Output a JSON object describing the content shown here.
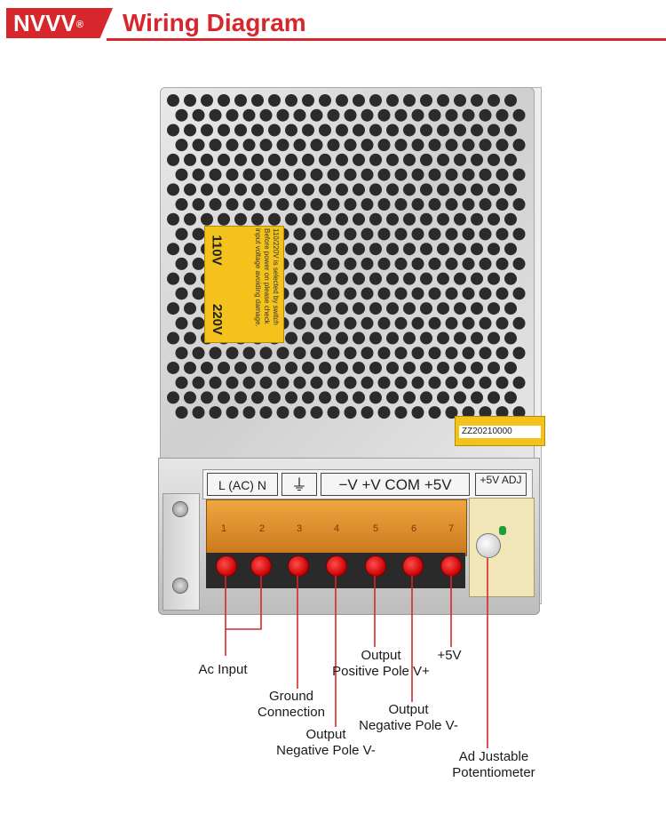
{
  "header": {
    "brand": "NVVV",
    "brand_reg": "®",
    "title": "Wiring Diagram"
  },
  "device": {
    "voltage_label_top": "110V",
    "voltage_label_bottom": "220V",
    "warning_text": "110/220V is selected by switch Before power on please check input voltage avoiding damage.",
    "serial": "ZZ20210000",
    "terminal_labels": {
      "ac": "L (AC) N",
      "ground": "⏚",
      "outputs": "−V  +V  COM  +5V",
      "adj": "+5V ADJ"
    },
    "terminal_numbers": [
      "1",
      "2",
      "3",
      "4",
      "5",
      "6",
      "7"
    ]
  },
  "callouts": {
    "ac_input": "Ac Input",
    "ground_1": "Ground",
    "ground_2": "Connection",
    "out_neg_a_1": "Output",
    "out_neg_a_2": "Negative Pole V-",
    "out_pos_1": "Output",
    "out_pos_2": "Positive Pole V+",
    "out_neg_b_1": "Output",
    "out_neg_b_2": "Negative Pole V-",
    "plus5v": "+5V",
    "adj_1": "Ad Justable",
    "adj_2": "Potentiometer"
  },
  "colors": {
    "brand_red": "#d7262c",
    "terminal_dot": "#e00000",
    "amber": "#f0a640",
    "label_yellow": "#f4c21c"
  }
}
